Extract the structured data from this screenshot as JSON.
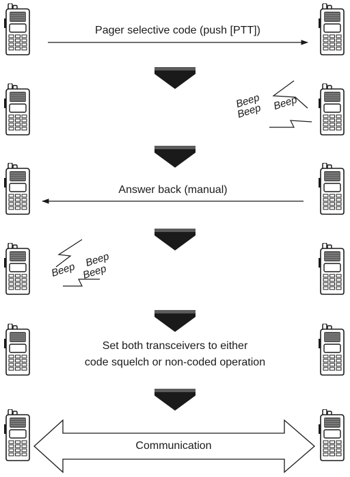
{
  "steps": {
    "s1_label": "Pager selective code (push [PTT])",
    "s3_label": "Answer back (manual)",
    "s5_label_line1": "Set both transceivers to either",
    "s5_label_line2": "code squelch or non-coded operation",
    "s6_label": "Communication"
  },
  "beeps": {
    "right": [
      "Beep",
      "Beep",
      "Beep"
    ],
    "left": [
      "Beep",
      "Beep",
      "Beep"
    ]
  },
  "colors": {
    "ink": "#1a1a1a",
    "fill": "#1a1a1a",
    "background": "#ffffff"
  },
  "icons": [
    "radio-transceiver-icon",
    "down-arrow-icon",
    "lightning-bolt-icon"
  ]
}
